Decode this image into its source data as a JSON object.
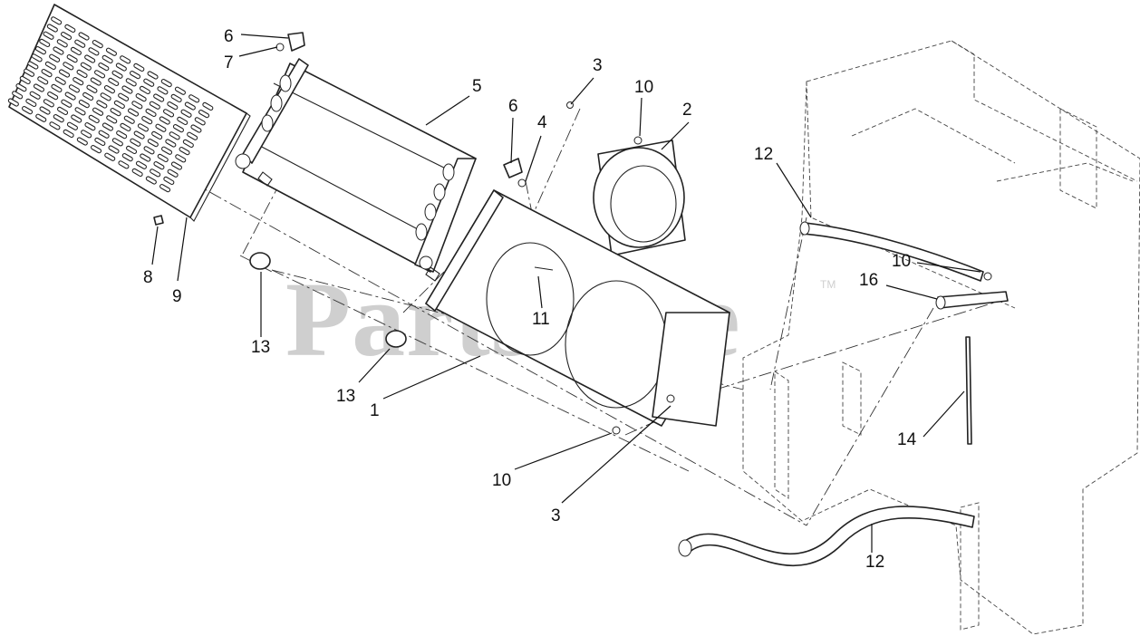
{
  "watermark": "PartsTree",
  "watermark_tm": "TM",
  "callouts": {
    "c1": "1",
    "c2": "2",
    "c3a": "3",
    "c3b": "3",
    "c4": "4",
    "c5": "5",
    "c6a": "6",
    "c6b": "6",
    "c7": "7",
    "c8": "8",
    "c9": "9",
    "c10a": "10",
    "c10b": "10",
    "c10c": "10",
    "c11": "11",
    "c12a": "12",
    "c12b": "12",
    "c13a": "13",
    "c13b": "13",
    "c14": "14",
    "c16": "16"
  }
}
